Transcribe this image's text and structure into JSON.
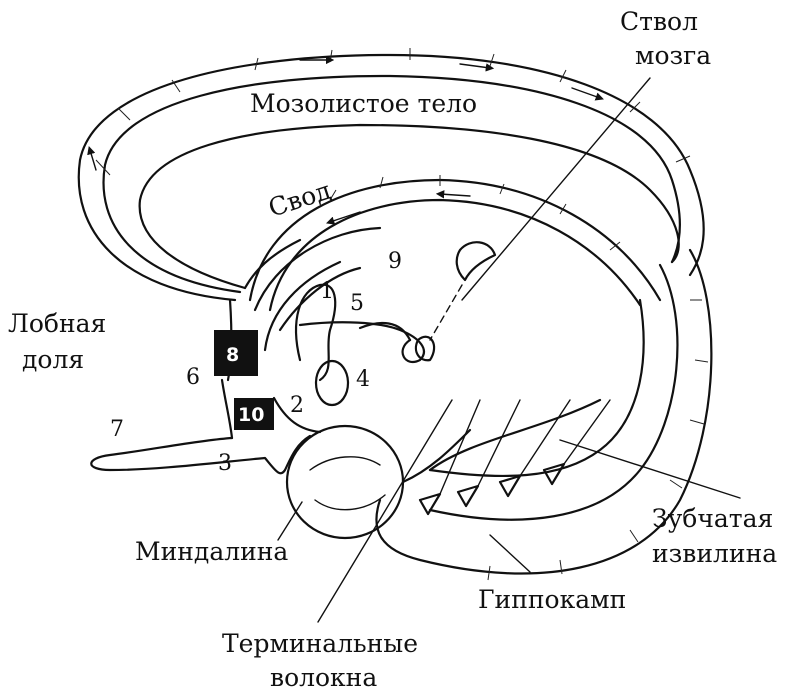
{
  "labels": {
    "brainstem_line1": "Ствол",
    "brainstem_line2": "мозга",
    "corpus_callosum": "Мозолистое тело",
    "fornix": "Свод",
    "frontal_line1": "Лобная",
    "frontal_line2": "доля",
    "amygdala": "Миндалина",
    "dentate_line1": "Зубчатая",
    "dentate_line2": "извилина",
    "hippocampus": "Гиппокамп",
    "terminal_line1": "Терминальные",
    "terminal_line2": "волокна"
  },
  "numbers": {
    "n1": "1",
    "n2": "2",
    "n3": "3",
    "n4": "4",
    "n5": "5",
    "n6": "6",
    "n7": "7",
    "n8": "8",
    "n9": "9",
    "n10": "10"
  },
  "colors": {
    "ink": "#111111",
    "background": "#ffffff"
  }
}
